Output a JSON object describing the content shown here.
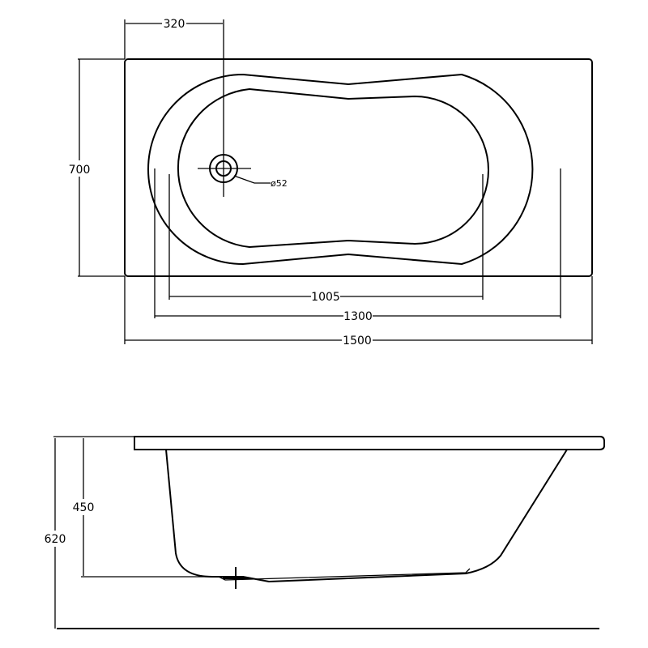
{
  "top_view": {
    "dims": {
      "drain_offset": "320",
      "width": "700",
      "drain_diameter": "ø52",
      "inner_length": "1005",
      "outer_bowl_length": "1300",
      "overall_length": "1500"
    }
  },
  "side_view": {
    "dims": {
      "bath_depth": "450",
      "overall_height": "620"
    }
  }
}
